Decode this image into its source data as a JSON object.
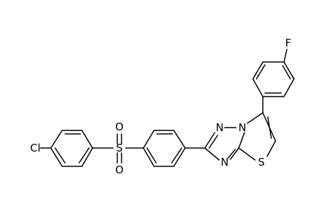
{
  "structure": {
    "atoms": {
      "cl": "Cl",
      "s_sulfonyl": "S",
      "o_upper": "O",
      "o_lower": "O",
      "n_upper": "N",
      "n_bridge": "N",
      "n_lower": "N",
      "s_ring": "S",
      "f": "F"
    }
  }
}
